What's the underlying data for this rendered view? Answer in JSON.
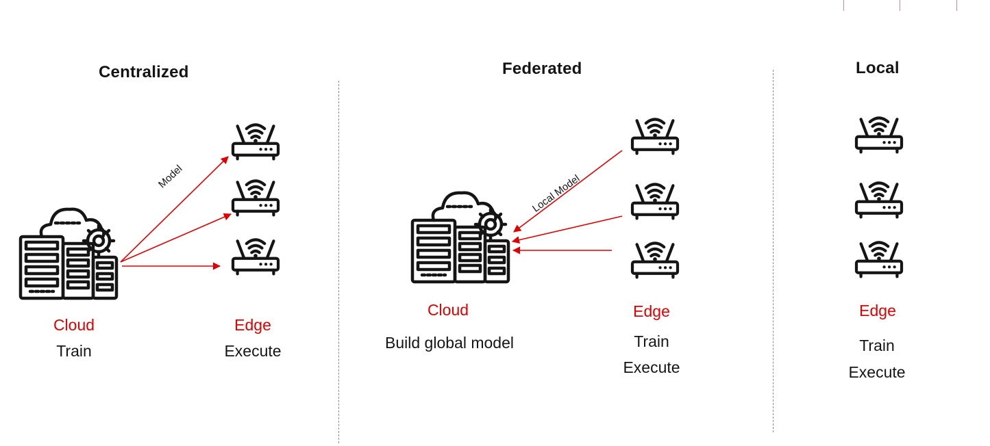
{
  "columns": {
    "centralized": {
      "title": "Centralized",
      "arrow_label": "Model",
      "cloud": {
        "title": "Cloud",
        "role": "Train"
      },
      "edge": {
        "title": "Edge",
        "role": "Execute"
      }
    },
    "federated": {
      "title": "Federated",
      "arrow_label": "Local Model",
      "cloud": {
        "title": "Cloud",
        "role": "Build global model"
      },
      "edge": {
        "title": "Edge",
        "role1": "Train",
        "role2": "Execute"
      }
    },
    "local": {
      "title": "Local",
      "edge": {
        "title": "Edge",
        "role1": "Train",
        "role2": "Execute"
      }
    }
  },
  "colors": {
    "accent": "#e00000",
    "icon": "#151515",
    "divider": "#8a8a8a"
  },
  "icons": {
    "cloud": "cloud-server-gear-icon",
    "edge": "wifi-router-icon"
  }
}
